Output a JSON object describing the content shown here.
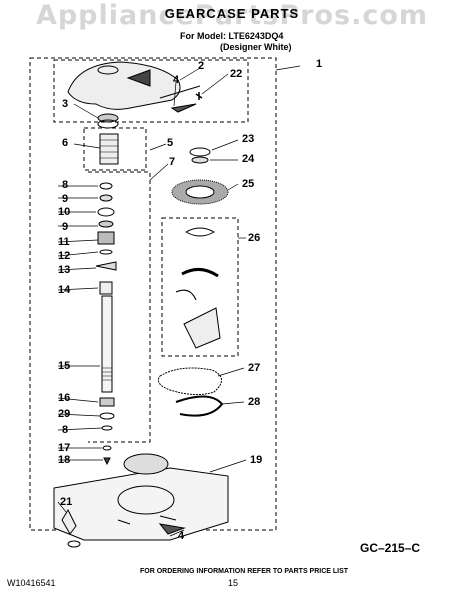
{
  "header": {
    "watermark": "AppliancePartsPros.com",
    "title": "GEARCASE PARTS",
    "subtitle_model": "For Model: LTE6243DQ4",
    "subtitle_color": "(Designer White)"
  },
  "callouts": [
    "1",
    "2",
    "22",
    "4",
    "3",
    "6",
    "5",
    "7",
    "23",
    "24",
    "8",
    "25",
    "9",
    "10",
    "9",
    "11",
    "26",
    "12",
    "13",
    "14",
    "15",
    "27",
    "16",
    "28",
    "29",
    "8",
    "17",
    "18",
    "19",
    "21",
    "4"
  ],
  "diagram_code": "GC–215–C",
  "footer": {
    "part_number": "W10416541",
    "notice": "FOR ORDERING INFORMATION REFER TO PARTS PRICE LIST",
    "page": "15"
  }
}
